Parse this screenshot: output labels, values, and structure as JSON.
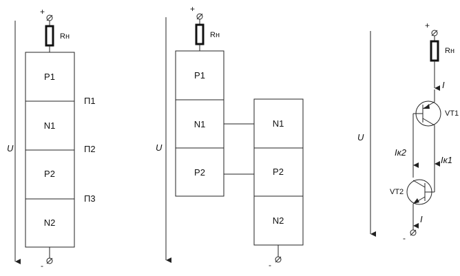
{
  "diagram1": {
    "u_label": "U",
    "plus": "+",
    "minus": "-",
    "rn_label": "Rн",
    "layers": [
      "P1",
      "N1",
      "P2",
      "N2"
    ],
    "junctions": [
      "П1",
      "П2",
      "П3"
    ]
  },
  "diagram2": {
    "u_label": "U",
    "plus": "+",
    "minus": "-",
    "rn_label": "Rн",
    "left_layers": [
      "P1",
      "N1",
      "P2"
    ],
    "right_layers": [
      "N1",
      "P2",
      "N2"
    ]
  },
  "diagram3": {
    "u_label": "U",
    "plus": "+",
    "minus": "-",
    "rn_label": "Rн",
    "current_top": "I",
    "current_bottom": "I",
    "vt1": "VT1",
    "vt2": "VT2",
    "ik1": "Iк1",
    "ik2": "Iк2"
  },
  "colors": {
    "line": "#222222",
    "background": "#ffffff"
  }
}
